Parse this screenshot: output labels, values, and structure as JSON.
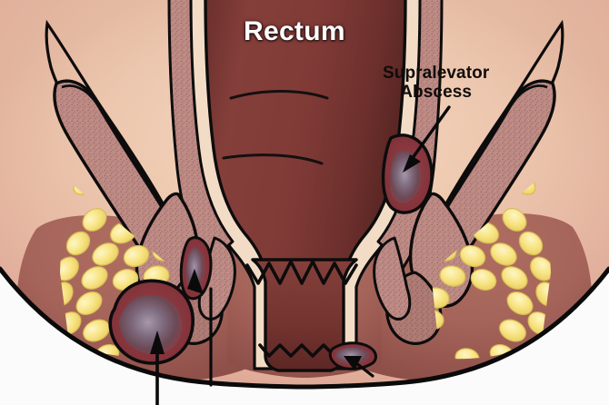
{
  "illustration": {
    "kind": "medical-anatomical-cross-section",
    "region": "anorectal coronal section",
    "topic": "Anorectal abscess types",
    "background_color": "#fbfbfb"
  },
  "labels": {
    "rectum": "Rectum",
    "supralevator_line1": "Supralevator",
    "supralevator_line2": "Abscess"
  },
  "palette": {
    "skin_light": "#f2d2b7",
    "skin_mid": "#eec3a8",
    "skin_shadow": "#e0a99a",
    "perianal_skin": "#a9655a",
    "perianal_skin_dark": "#90504a",
    "muscle": "#bd8a84",
    "muscle_dark": "#a9736e",
    "rectum_lumen": "#7d3c38",
    "rectum_lumen_dark": "#5e2b28",
    "mucosa": "#f3dcc6",
    "fat_yellow": "#f6e27a",
    "fat_yellow_light": "#fdf3b4",
    "fat_speck": "#c9992f",
    "abscess_rim": "#8e3b3f",
    "abscess_core": "#6e5a72",
    "abscess_core_light": "#9a90a6",
    "outline": "#000000"
  },
  "structures": [
    {
      "name": "rectum",
      "label_shown": "Rectum"
    },
    {
      "name": "anal-canal",
      "label_shown": ""
    },
    {
      "name": "dentate-line",
      "label_shown": ""
    },
    {
      "name": "internal-anal-sphincter",
      "label_shown": ""
    },
    {
      "name": "external-anal-sphincter",
      "label_shown": ""
    },
    {
      "name": "levator-ani-muscle-left",
      "label_shown": ""
    },
    {
      "name": "levator-ani-muscle-right",
      "label_shown": ""
    },
    {
      "name": "ischiorectal-fossa-fat-left",
      "label_shown": ""
    },
    {
      "name": "ischiorectal-fossa-fat-right",
      "label_shown": ""
    }
  ],
  "abscesses": [
    {
      "name": "supralevator-abscess",
      "label": "Supralevator Abscess",
      "labeled": true,
      "side": "right",
      "arrow": "labeled-arrow-down-left"
    },
    {
      "name": "ischiorectal-abscess",
      "label": "",
      "labeled": false,
      "side": "left",
      "arrow": "arrow-up-from-below"
    },
    {
      "name": "intersphincteric-abscess",
      "label": "",
      "labeled": false,
      "side": "left-central",
      "arrow": "long-arrow-up-from-below"
    },
    {
      "name": "perianal-abscess",
      "label": "",
      "labeled": false,
      "side": "right-inferior",
      "arrow": "short-arrow-up-left"
    }
  ]
}
